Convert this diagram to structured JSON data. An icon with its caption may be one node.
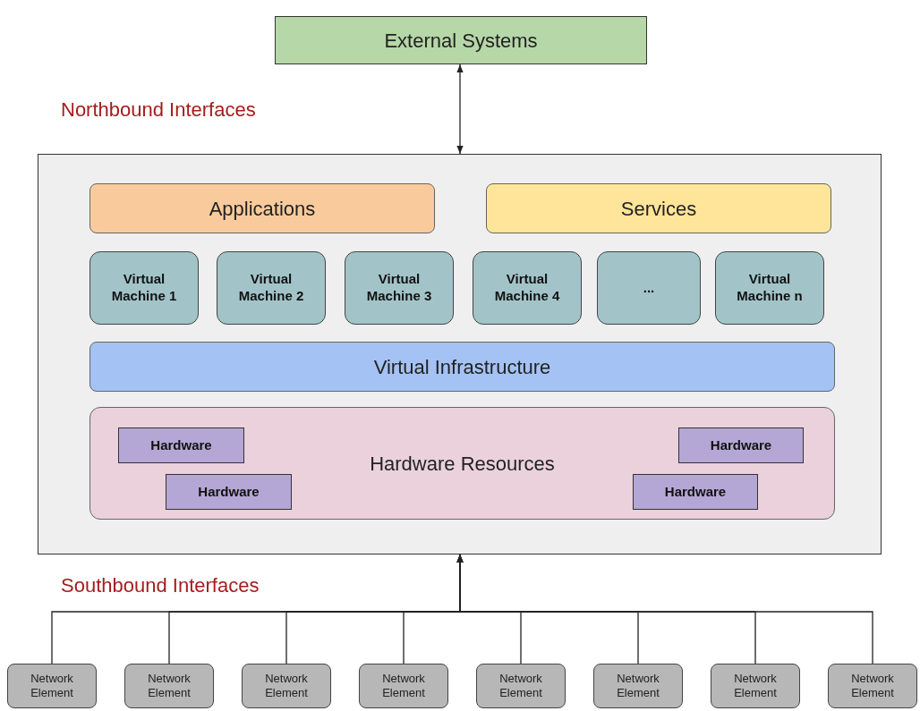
{
  "diagram": {
    "nodes": [
      {
        "text": [
          "External Systems"
        ]
      },
      {
        "text": [],
        "shape": "box"
      },
      {
        "text": [
          "Applications"
        ],
        "in": 1
      },
      {
        "text": [
          "Services"
        ],
        "in": 1
      },
      {
        "text": [
          "Virtual Machine 1"
        ],
        "in": 1
      },
      {
        "text": [
          "Virtual Machine 2"
        ],
        "in": 1
      },
      {
        "text": [
          "Virtual Machine 3"
        ],
        "in": 1
      },
      {
        "text": [
          "Virtual Machine 4"
        ],
        "in": 1
      },
      {
        "text": [
          "..."
        ],
        "in": 1
      },
      {
        "text": [
          "Virtual Machine n"
        ],
        "in": 1
      },
      {
        "text": [
          "Virtual Infrastructure"
        ],
        "in": 1
      },
      {
        "text": [
          "Hardware Resources"
        ],
        "in": 1
      },
      {
        "text": [
          "Hardware"
        ],
        "in": 11
      },
      {
        "text": [
          "Hardware"
        ],
        "in": 11
      },
      {
        "text": [
          "Hardware"
        ],
        "in": 11
      },
      {
        "text": [
          "Hardware"
        ],
        "in": 11
      },
      {
        "text": [
          "Network Element"
        ]
      },
      {
        "text": [
          "Network Element"
        ]
      },
      {
        "text": [
          "Network Element"
        ]
      },
      {
        "text": [
          "Network Element"
        ]
      },
      {
        "text": [
          "Network Element"
        ]
      },
      {
        "text": [
          "Network Element"
        ]
      },
      {
        "text": [
          "Network Element"
        ]
      },
      {
        "text": [
          "Network Element"
        ]
      }
    ],
    "edges": [
      {
        "from": 0,
        "to": 1,
        "arrow": "both"
      },
      {
        "from": 16,
        "to": 1,
        "arrow": "to"
      },
      {
        "from": 17,
        "to": 1,
        "arrow": "to"
      },
      {
        "from": 18,
        "to": 1,
        "arrow": "to"
      },
      {
        "from": 19,
        "to": 1,
        "arrow": "to"
      },
      {
        "from": 20,
        "to": 1,
        "arrow": "to"
      },
      {
        "from": 21,
        "to": 1,
        "arrow": "to"
      },
      {
        "from": 22,
        "to": 1,
        "arrow": "to"
      },
      {
        "from": 23,
        "to": 1,
        "arrow": "to"
      }
    ],
    "labels": [
      "Northbound Interfaces",
      "Southbound Interfaces"
    ]
  }
}
